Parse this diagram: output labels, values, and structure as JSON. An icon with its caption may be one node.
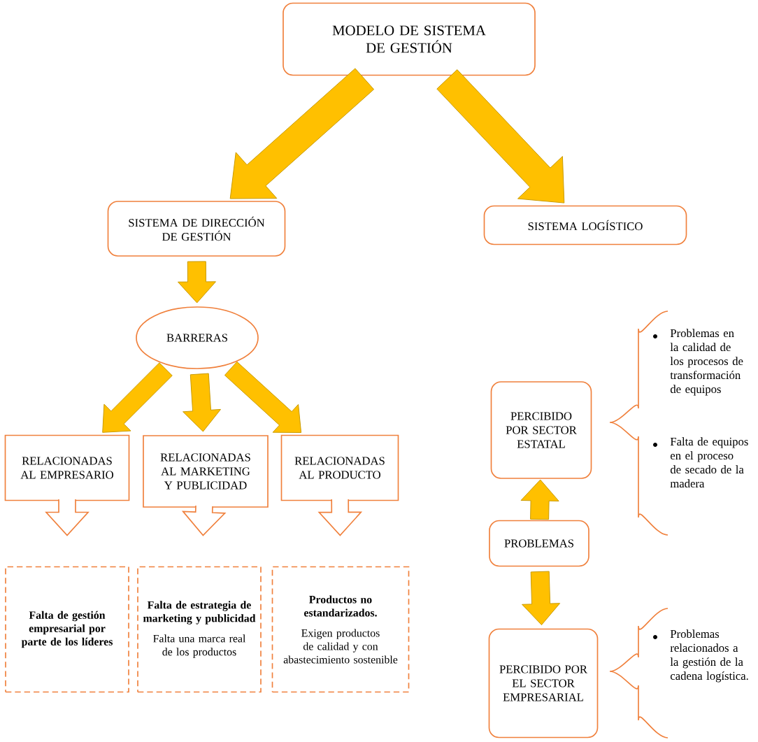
{
  "diagram": {
    "nodes": [
      {
        "text": [
          "MODELO DE SISTEMA DE GESTIÓN"
        ]
      },
      {
        "text": [
          "SISTEMA DE DIRECCIÓN DE GESTIÓN"
        ]
      },
      {
        "text": [
          "SISTEMA LOGÍSTICO"
        ]
      },
      {
        "text": [
          "BARRERAS"
        ]
      },
      {
        "text": [
          "RELACIONADAS AL EMPRESARIO"
        ]
      },
      {
        "text": [
          "RELACIONADAS AL MARKETING Y PUBLICIDAD"
        ]
      },
      {
        "text": [
          "RELACIONADAS AL PRODUCTO"
        ]
      },
      {
        "text": [
          "Falta de gestión empresarial por parte de los líderes"
        ]
      },
      {
        "text": [
          "Falta de estrategia de marketing y publicidad",
          "Falta una marca real de los productos"
        ]
      },
      {
        "text": [
          "Productos no estandarizados.",
          "Exigen productos de calidad y con abastecimiento sostenible"
        ]
      },
      {
        "text": [
          "PERCIBIDO POR SECTOR ESTATAL"
        ]
      },
      {
        "text": [
          "PROBLEMAS"
        ]
      },
      {
        "text": [
          "PERCIBIDO POR EL SECTOR EMPRESARIAL"
        ]
      }
    ],
    "labels": [
      "Problemas en la calidad de los procesos de transformación de equipos",
      "Falta de equipos en el proceso de secado de la madera",
      "Problemas relacionados a la gestión de la cadena logística."
    ],
    "edges": [
      {
        "from": 0,
        "to": 1,
        "arrow": "to"
      },
      {
        "from": 0,
        "to": 2,
        "arrow": "to"
      },
      {
        "from": 1,
        "to": 3,
        "arrow": "to"
      },
      {
        "from": 3,
        "to": 4,
        "arrow": "to"
      },
      {
        "from": 3,
        "to": 5,
        "arrow": "to"
      },
      {
        "from": 3,
        "to": 6,
        "arrow": "to"
      },
      {
        "from": 4,
        "to": 7,
        "arrow": "to",
        "color": "#f0803c"
      },
      {
        "from": 5,
        "to": 8,
        "arrow": "to",
        "color": "#f0803c"
      },
      {
        "from": 6,
        "to": 9,
        "arrow": "to",
        "color": "#f0803c"
      },
      {
        "from": 11,
        "to": 10,
        "arrow": "to"
      },
      {
        "from": 11,
        "to": 12,
        "arrow": "to"
      }
    ]
  }
}
